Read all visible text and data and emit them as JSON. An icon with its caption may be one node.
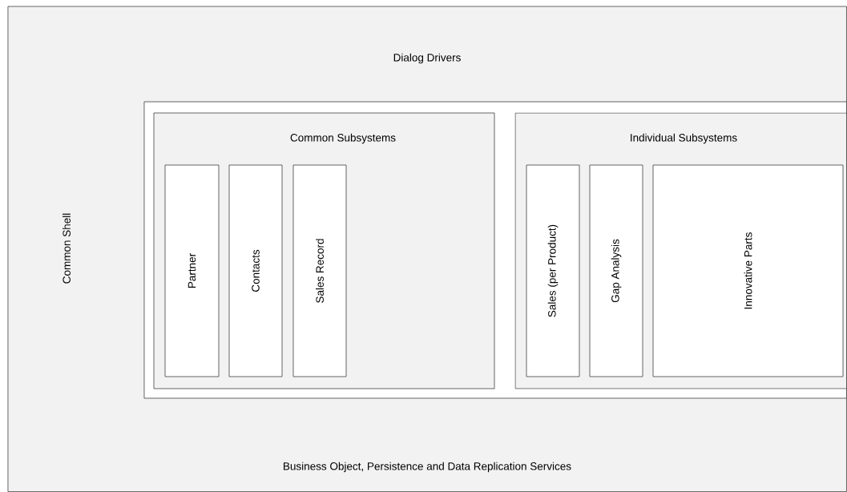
{
  "diagram": {
    "nodes": [
      {
        "text": [
          "Dialog Drivers",
          "Common Shell",
          "Business Object, Persistence and Data Replication Services"
        ]
      },
      {
        "text": [],
        "shape": "box",
        "in": 0
      },
      {
        "text": [
          "Common Subsystems"
        ],
        "in": 1
      },
      {
        "text": [
          "Partner"
        ],
        "in": 2
      },
      {
        "text": [
          "Contacts"
        ],
        "in": 2
      },
      {
        "text": [
          "Sales Record"
        ],
        "in": 2
      },
      {
        "text": [
          "Individual Subsystems"
        ],
        "in": 1
      },
      {
        "text": [
          "Sales (per Product)"
        ],
        "in": 6
      },
      {
        "text": [
          "Gap Analysis"
        ],
        "in": 6
      },
      {
        "text": [
          "Innovative Parts"
        ],
        "in": 6
      }
    ]
  }
}
